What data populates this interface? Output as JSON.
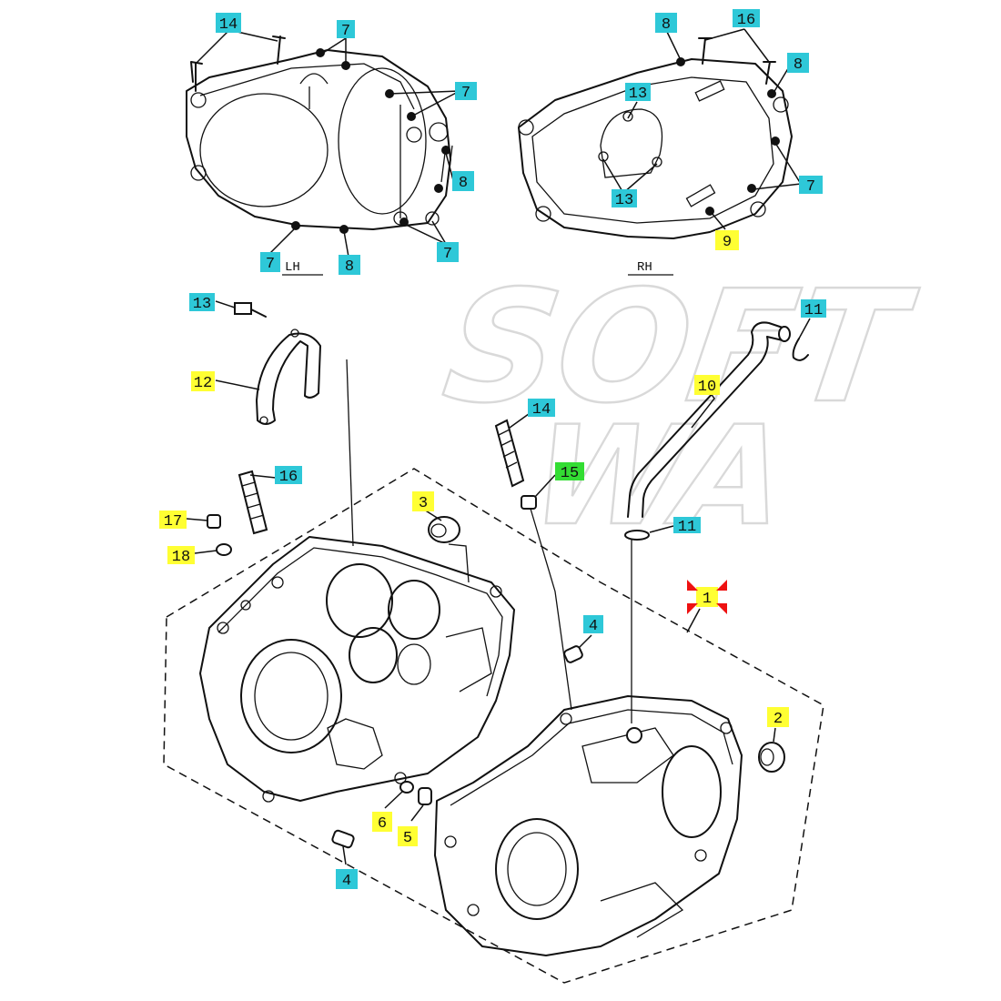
{
  "watermark": {
    "line1": "SOFT",
    "line2": "WA"
  },
  "side_labels": {
    "left": "LH",
    "right": "RH"
  },
  "colors": {
    "cyan": "#2ec8d8",
    "yellow": "#ffff33",
    "green": "#33dd33",
    "red_marker": "#ee1111"
  },
  "callouts": [
    {
      "id": "c-lh-14",
      "number": "14",
      "color": "cyan"
    },
    {
      "id": "c-lh-7a",
      "number": "7",
      "color": "cyan"
    },
    {
      "id": "c-lh-7b",
      "number": "7",
      "color": "cyan"
    },
    {
      "id": "c-lh-8a",
      "number": "8",
      "color": "cyan"
    },
    {
      "id": "c-lh-7c",
      "number": "7",
      "color": "cyan"
    },
    {
      "id": "c-lh-7d",
      "number": "7",
      "color": "cyan"
    },
    {
      "id": "c-lh-8b",
      "number": "8",
      "color": "cyan"
    },
    {
      "id": "c-rh-8a",
      "number": "8",
      "color": "cyan"
    },
    {
      "id": "c-rh-16",
      "number": "16",
      "color": "cyan"
    },
    {
      "id": "c-rh-8b",
      "number": "8",
      "color": "cyan"
    },
    {
      "id": "c-rh-13a",
      "number": "13",
      "color": "cyan"
    },
    {
      "id": "c-rh-13b",
      "number": "13",
      "color": "cyan"
    },
    {
      "id": "c-rh-7",
      "number": "7",
      "color": "cyan"
    },
    {
      "id": "c-rh-9",
      "number": "9",
      "color": "yellow"
    },
    {
      "id": "c-13",
      "number": "13",
      "color": "cyan"
    },
    {
      "id": "c-12",
      "number": "12",
      "color": "yellow"
    },
    {
      "id": "c-11a",
      "number": "11",
      "color": "cyan"
    },
    {
      "id": "c-10",
      "number": "10",
      "color": "yellow"
    },
    {
      "id": "c-14",
      "number": "14",
      "color": "cyan"
    },
    {
      "id": "c-16",
      "number": "16",
      "color": "cyan"
    },
    {
      "id": "c-15",
      "number": "15",
      "color": "green"
    },
    {
      "id": "c-3",
      "number": "3",
      "color": "yellow"
    },
    {
      "id": "c-17",
      "number": "17",
      "color": "yellow"
    },
    {
      "id": "c-18",
      "number": "18",
      "color": "yellow"
    },
    {
      "id": "c-11b",
      "number": "11",
      "color": "cyan"
    },
    {
      "id": "c-1",
      "number": "1",
      "color": "yellow"
    },
    {
      "id": "c-4a",
      "number": "4",
      "color": "cyan"
    },
    {
      "id": "c-2",
      "number": "2",
      "color": "yellow"
    },
    {
      "id": "c-6",
      "number": "6",
      "color": "yellow"
    },
    {
      "id": "c-5",
      "number": "5",
      "color": "yellow"
    },
    {
      "id": "c-4b",
      "number": "4",
      "color": "cyan"
    }
  ]
}
